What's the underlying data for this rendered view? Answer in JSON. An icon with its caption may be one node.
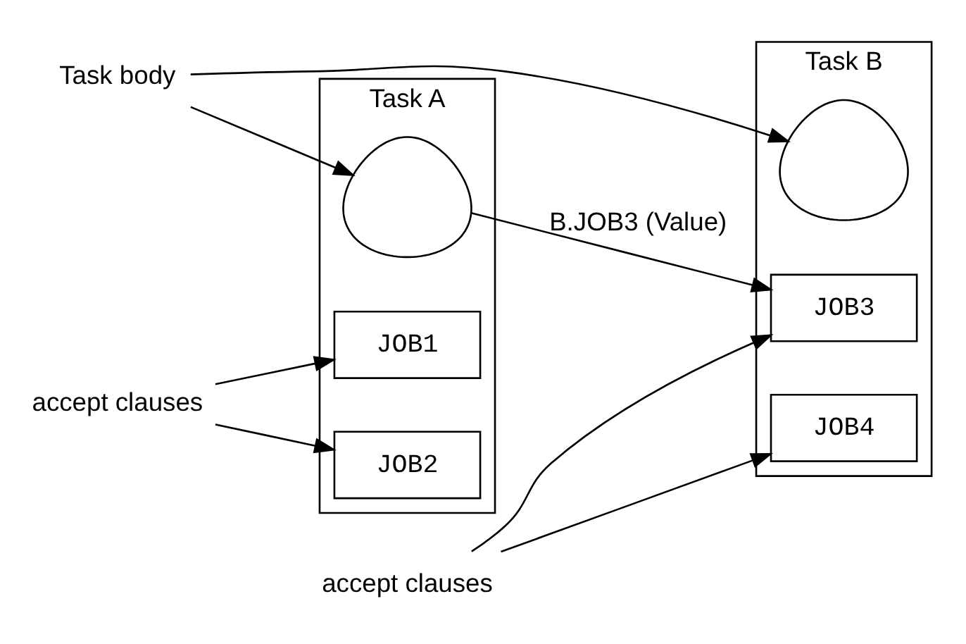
{
  "diagram": {
    "nodes": [
      {
        "text": [
          "Task A"
        ]
      },
      {
        "text": [
          "JOB1"
        ],
        "in": 0
      },
      {
        "text": [
          "JOB2"
        ],
        "in": 0
      },
      {
        "text": [],
        "shape": "cloud",
        "in": 0
      },
      {
        "text": [
          "accept clauses"
        ]
      },
      {
        "text": [
          "Task body"
        ]
      },
      {
        "text": [
          "Task B"
        ]
      },
      {
        "text": [
          "JOB3"
        ],
        "in": 6
      },
      {
        "text": [
          "JOB4"
        ],
        "in": 6
      },
      {
        "text": [],
        "shape": "cloud",
        "in": 6
      },
      {
        "text": [
          "accept clauses"
        ]
      }
    ],
    "edges": [
      {
        "from": 4,
        "to": 1,
        "arrow": "to"
      },
      {
        "from": 4,
        "to": 2,
        "arrow": "to"
      },
      {
        "from": 5,
        "to": 3,
        "arrow": "to"
      },
      {
        "from": 5,
        "to": 9,
        "arrow": "to"
      },
      {
        "from": 3,
        "to": 7,
        "arrow": "to",
        "label": "B.JOB3 (Value)"
      },
      {
        "from": 10,
        "to": 7,
        "arrow": "to"
      },
      {
        "from": 10,
        "to": 8,
        "arrow": "to"
      }
    ]
  }
}
